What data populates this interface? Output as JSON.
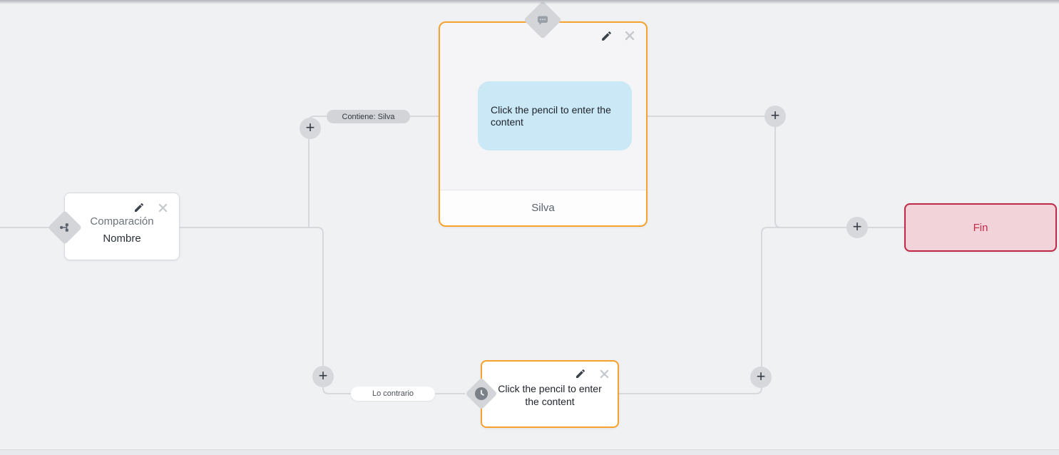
{
  "canvas": {
    "background": "#f0f1f3",
    "line_color": "#d7d8dc",
    "accent_orange": "#f6a22d"
  },
  "nodes": {
    "comparison": {
      "title_line1": "Comparación",
      "title_line2": "Nombre",
      "port_icon": "branch-icon"
    },
    "message": {
      "bubble_text": "Click the pencil to enter the content",
      "bubble_color": "#cbe8f7",
      "footer_text": "Silva",
      "port_icon": "chat-bubble-icon"
    },
    "action": {
      "text": "Click the pencil to enter the content",
      "port_icon": "clock-icon"
    },
    "fin": {
      "label": "Fin",
      "bg": "#f2d3da",
      "border": "#bf2846",
      "text_color": "#c22948"
    }
  },
  "edges": {
    "top_label": "Contiene: Silva",
    "bottom_label": "Lo contrario"
  },
  "controls": {
    "plus_glyph": "+",
    "edit_icon": "pencil-icon",
    "close_icon": "close-icon"
  }
}
